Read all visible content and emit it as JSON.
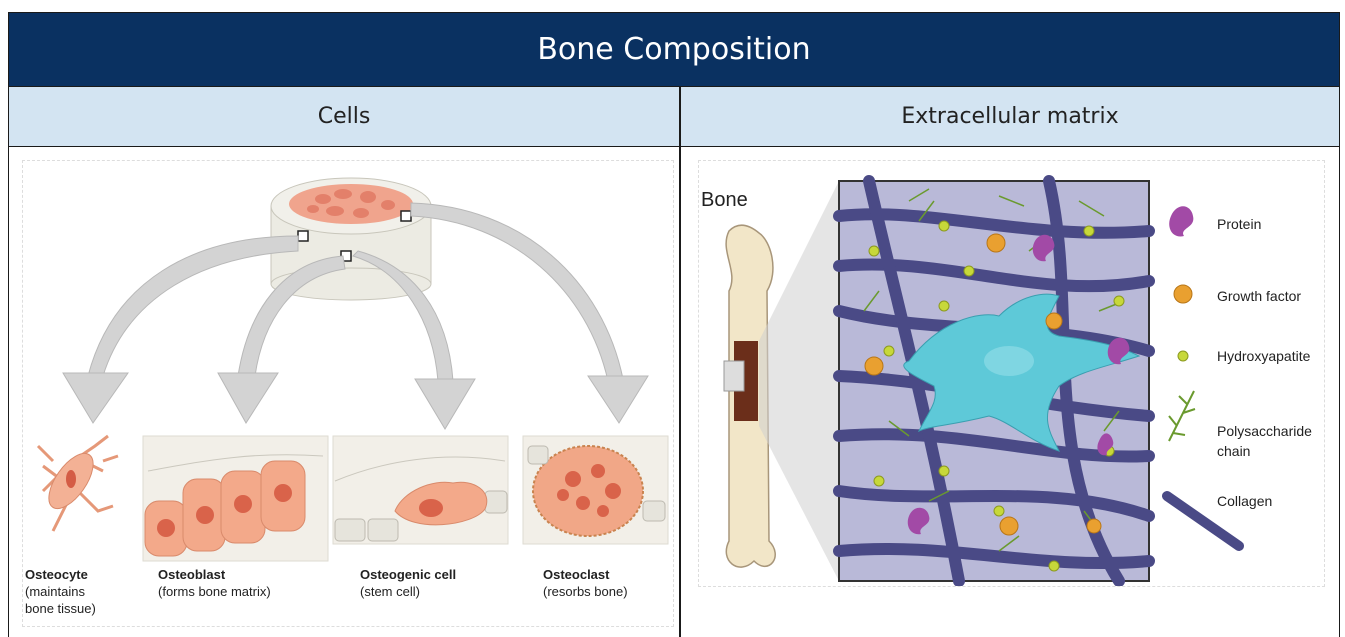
{
  "title": "Bone Composition",
  "columns": {
    "left_header": "Cells",
    "right_header": "Extracellular matrix"
  },
  "cells": [
    {
      "name": "Osteocyte",
      "desc1": "(maintains",
      "desc2": "bone tissue)"
    },
    {
      "name": "Osteoblast",
      "desc1": "(forms bone matrix)",
      "desc2": ""
    },
    {
      "name": "Osteogenic cell",
      "desc1": "(stem cell)",
      "desc2": ""
    },
    {
      "name": "Osteoclast",
      "desc1": "(resorbs bone)",
      "desc2": ""
    }
  ],
  "matrix": {
    "bone_label": "Bone",
    "legend": {
      "protein": "Protein",
      "growth_factor": "Growth factor",
      "hydroxyapatite": "Hydroxyapatite",
      "polysaccharide_1": "Polysaccharide",
      "polysaccharide_2": "chain",
      "collagen": "Collagen"
    }
  },
  "colors": {
    "title_bg": "#0a3161",
    "header_bg": "#d3e4f2",
    "cell_pink": "#f3a98a",
    "nucleus": "#d9634a",
    "collagen": "#4a4a86",
    "matrix_cell": "#5ec9d8",
    "growth_factor": "#e9a030",
    "protein": "#a24aa6",
    "hydroxyapatite": "#c7d83a",
    "polysaccharide": "#6a9a2e"
  }
}
